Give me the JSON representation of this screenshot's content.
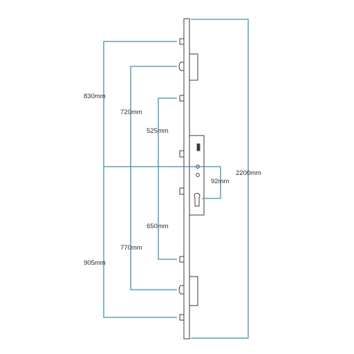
{
  "dimensions": {
    "overall": "2200mm",
    "top_outer": "830mm",
    "top_hook": "720mm",
    "top_inner": "525mm",
    "backset": "92mm",
    "bottom_inner": "650mm",
    "bottom_hook": "770mm",
    "bottom_outer": "905mm"
  },
  "colors": {
    "dimension_line": "#3f90a3",
    "outline": "#3a3a3a",
    "background": "#ffffff"
  }
}
